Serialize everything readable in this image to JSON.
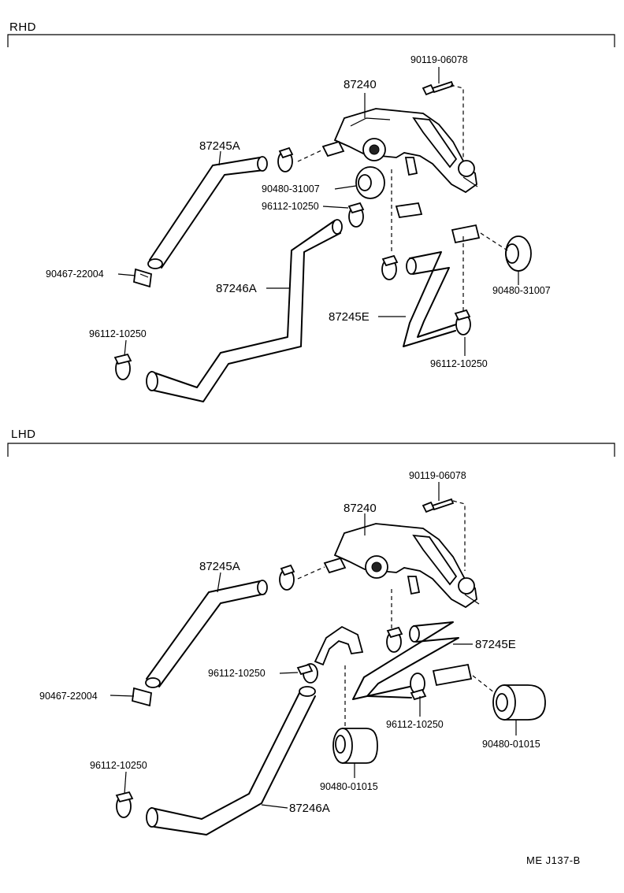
{
  "sections": {
    "rhd": {
      "label": "RHD",
      "parts": {
        "bolt": "90119-06078",
        "valve": "87240",
        "hose_a": "87245A",
        "grommet_1": "90480-31007",
        "clamp_1": "96112-10250",
        "clip": "90467-22004",
        "hose_b": "87246A",
        "grommet_2": "90480-31007",
        "hose_e": "87245E",
        "clamp_2": "96112-10250",
        "clamp_3": "96112-10250"
      }
    },
    "lhd": {
      "label": "LHD",
      "parts": {
        "bolt": "90119-06078",
        "valve": "87240",
        "hose_a": "87245A",
        "hose_e": "87245E",
        "clamp_1": "96112-10250",
        "clip": "90467-22004",
        "clamp_2": "96112-10250",
        "grommet_1": "90480-01015",
        "clamp_3": "96112-10250",
        "grommet_2": "90480-01015",
        "hose_b": "87246A"
      }
    }
  },
  "footer": {
    "code": "ME  J137-B"
  }
}
